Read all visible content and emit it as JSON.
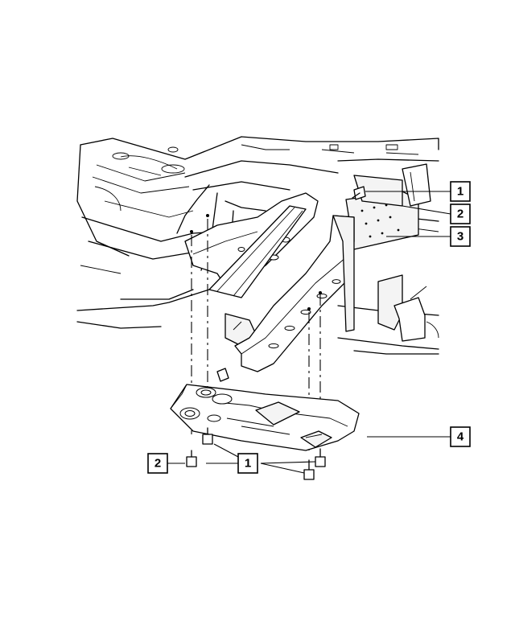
{
  "diagram": {
    "callouts": [
      {
        "id": "callout-1-top",
        "label": "1"
      },
      {
        "id": "callout-2-top",
        "label": "2"
      },
      {
        "id": "callout-3",
        "label": "3"
      },
      {
        "id": "callout-4",
        "label": "4"
      },
      {
        "id": "callout-2-bottom",
        "label": "2"
      },
      {
        "id": "callout-1-bottom",
        "label": "1"
      }
    ]
  }
}
